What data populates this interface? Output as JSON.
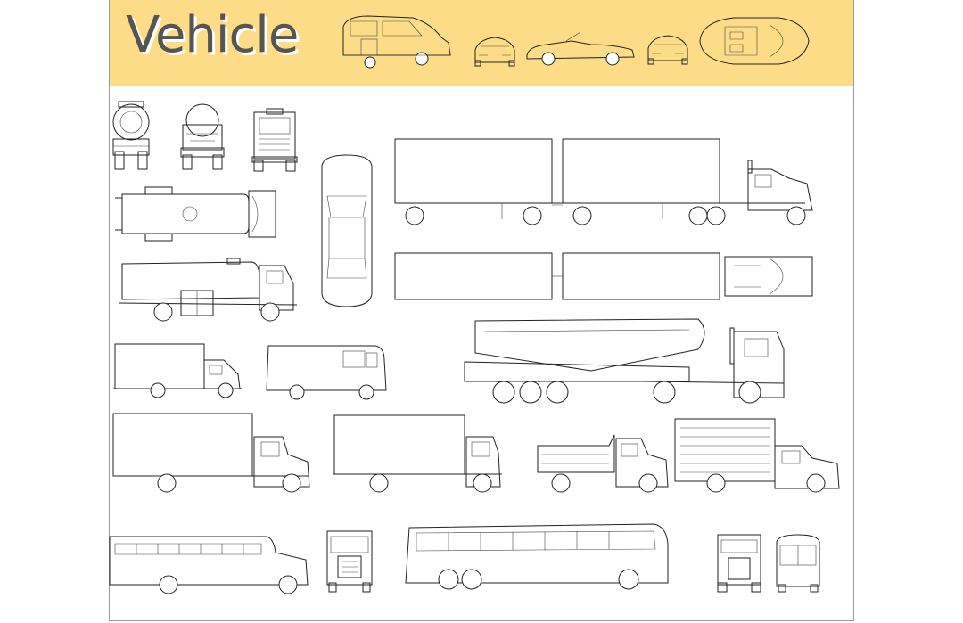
{
  "banner": {
    "title": "Vehicle",
    "background_color": "#fcdc86"
  },
  "catalog": {
    "banner_icons": [
      "wheelchair-van-icon",
      "sports-car-front-icon",
      "convertible-side-icon",
      "sports-car-front-icon",
      "convertible-top-icon"
    ],
    "blocks": [
      "tanker-truck-rear",
      "tanker-truck-front",
      "box-truck-front",
      "tanker-truck-top",
      "sedan-top",
      "double-trailer-truck-side",
      "double-trailer-truck-top",
      "tanker-truck-side",
      "bulk-tanker-semi-side",
      "box-van-side",
      "step-van-side",
      "box-truck-side",
      "stake-truck-side",
      "dump-truck-side",
      "moving-van-side",
      "school-bus-side",
      "school-bus-front",
      "coach-bus-side",
      "school-bus-rear",
      "coach-bus-front"
    ]
  }
}
